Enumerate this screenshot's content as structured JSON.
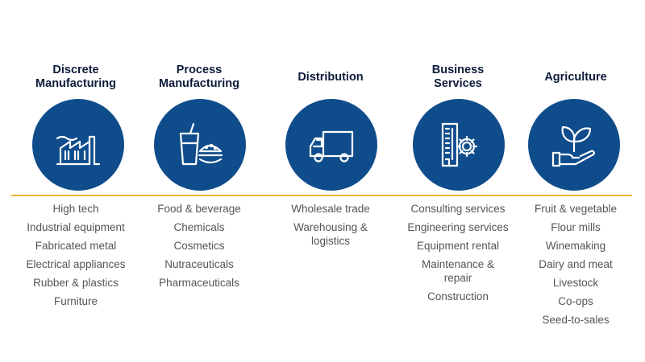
{
  "accent_color": "#f0b52f",
  "circle_color": "#0f4c8c",
  "columns": [
    {
      "title": "Discrete\nManufacturing",
      "icon": "factory-icon",
      "items": [
        "High tech",
        "Industrial equipment",
        "Fabricated metal",
        "Electrical appliances",
        "Rubber & plastics",
        "Furniture"
      ]
    },
    {
      "title": "Process\nManufacturing",
      "icon": "food-drink-icon",
      "items": [
        "Food & beverage",
        "Chemicals",
        "Cosmetics",
        "Nutraceuticals",
        "Pharmaceuticals"
      ]
    },
    {
      "title": "Distribution",
      "icon": "delivery-truck-icon",
      "items": [
        "Wholesale trade",
        "Warehousing &\nlogistics"
      ]
    },
    {
      "title": "Business\nServices",
      "icon": "building-gear-icon",
      "items": [
        "Consulting services",
        "Engineering services",
        "Equipment rental",
        "Maintenance &\nrepair",
        "Construction"
      ]
    },
    {
      "title": "Agriculture",
      "icon": "hand-plant-icon",
      "items": [
        "Fruit & vegetable",
        "Flour mills",
        "Winemaking",
        "Dairy and meat",
        "Livestock",
        "Co-ops",
        "Seed-to-sales"
      ]
    }
  ]
}
